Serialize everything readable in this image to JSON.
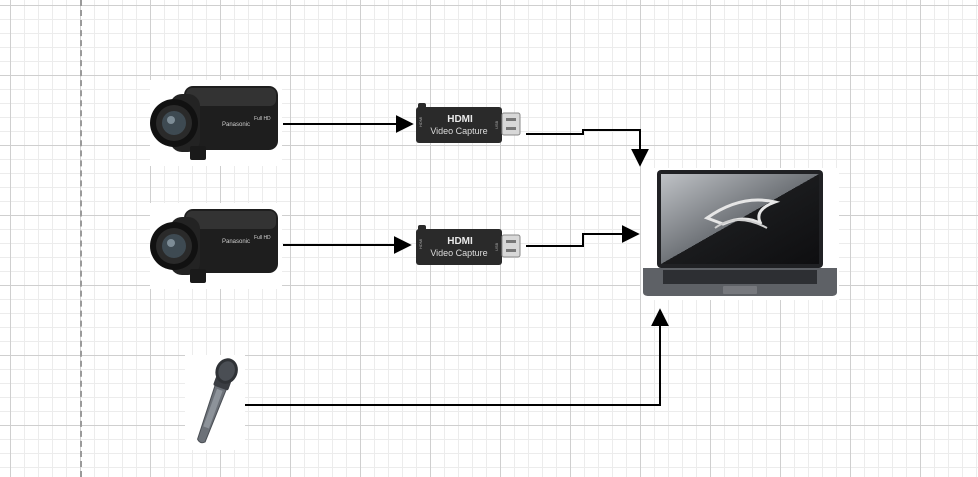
{
  "diagram": {
    "capture_cards": [
      {
        "brand": "HDMI",
        "label": "Video Capture",
        "side_in": "HDMI",
        "side_out": "USB"
      },
      {
        "brand": "HDMI",
        "label": "Video Capture",
        "side_in": "HDMI",
        "side_out": "USB"
      }
    ],
    "camcorders": [
      {
        "brand": "Panasonic",
        "hd_label": "Full HD"
      },
      {
        "brand": "Panasonic",
        "hd_label": "Full HD"
      }
    ],
    "colors": {
      "connector": "#000000",
      "grid_major": "#cfcfcf",
      "grid_minor": "#ececec",
      "device_body": "#1e1e1e"
    },
    "icons": [
      "camcorder-icon",
      "capture-card-icon",
      "microphone-icon",
      "laptop-icon"
    ]
  }
}
